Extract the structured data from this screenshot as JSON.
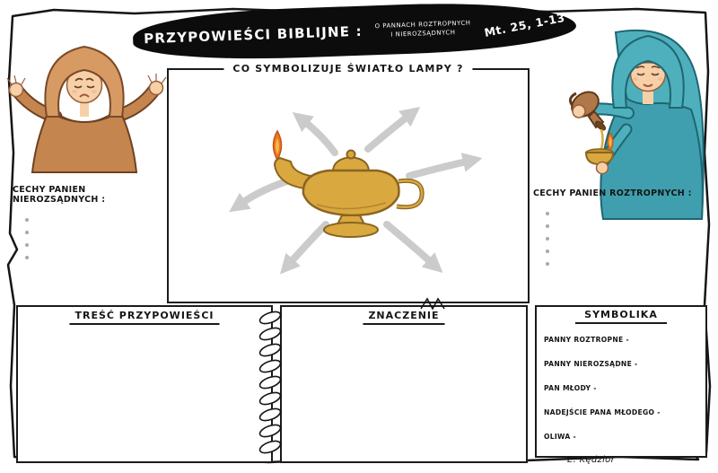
{
  "header": {
    "title": "PRZYPOWIEŚCI BIBLIJNE :",
    "subtitle_line1": "O PANNACH ROZTROPNYCH",
    "subtitle_line2": "I NIEROZSĄDNYCH",
    "reference": "Mt. 25, 1-13"
  },
  "lamp_box": {
    "question": "CO SYMBOLIZUJE ŚWIATŁO LAMPY ?"
  },
  "traits_left": {
    "label": "CECHY PANIEN NIEROZSĄDNYCH :"
  },
  "traits_right": {
    "label": "CECHY PANIEN ROZTROPNYCH :"
  },
  "notebook": {
    "left_title": "TREŚĆ PRZYPOWIEŚCI",
    "right_title": "ZNACZENIE"
  },
  "symbols": {
    "title": "SYMBOLIKA",
    "items": [
      "PANNY ROZTROPNE -",
      "PANNY NIEROZSĄDNE -",
      "PAN MŁODY -",
      "NADEJŚCIE PANA MŁODEGO -",
      "OLIWA -"
    ]
  },
  "signature": "E. Kędzior",
  "colors": {
    "ink": "#151515",
    "lamp_gold": "#d9a83f",
    "flame_orange": "#ee7b1e",
    "foolish_robe": "#c5854f",
    "wise_veil": "#4fb0bd",
    "arrow_gray": "#cbcbcb"
  }
}
